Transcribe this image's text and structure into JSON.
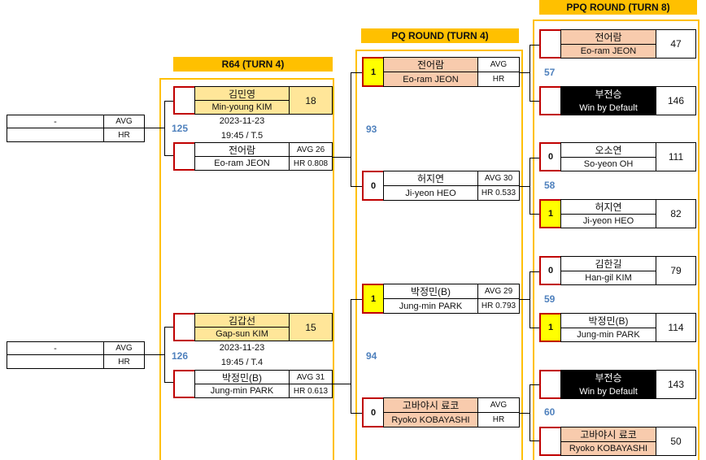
{
  "headers": {
    "r64": "R64 (TURN 4)",
    "pq": "PQ ROUND (TURN 4)",
    "ppq": "PPQ ROUND (TURN 8)"
  },
  "left": [
    {
      "name": "-",
      "avg": "AVG",
      "hr": "HR"
    },
    {
      "name": "-",
      "avg": "AVG",
      "hr": "HR"
    }
  ],
  "r64": [
    {
      "match_no": "125",
      "top": {
        "ko": "김민영",
        "en": "Min-young KIM",
        "score": "18"
      },
      "date": "2023-11-23",
      "time": "19:45 / T.5",
      "bottom": {
        "ko": "전어람",
        "en": "Eo-ram JEON",
        "avg": "AVG 26",
        "hr": "HR 0.808"
      }
    },
    {
      "match_no": "126",
      "top": {
        "ko": "김갑선",
        "en": "Gap-sun KIM",
        "score": "15"
      },
      "date": "2023-11-23",
      "time": "19:45 / T.4",
      "bottom": {
        "ko": "박정민(B)",
        "en": "Jung-min PARK",
        "avg": "AVG 31",
        "hr": "HR 0.613"
      }
    }
  ],
  "pq": [
    {
      "seed": "1",
      "ko": "전어람",
      "en": "Eo-ram JEON",
      "avg": "AVG",
      "hr": "HR"
    },
    {
      "seed": "0",
      "ko": "허지연",
      "en": "Ji-yeon HEO",
      "avg": "AVG 30",
      "hr": "HR 0.533"
    },
    {
      "seed": "1",
      "ko": "박정민(B)",
      "en": "Jung-min PARK",
      "avg": "AVG 29",
      "hr": "HR 0.793"
    },
    {
      "seed": "0",
      "ko": "고바야시 료코",
      "en": "Ryoko KOBAYASHI",
      "avg": "AVG",
      "hr": "HR"
    }
  ],
  "pq_match_no": [
    "93",
    "94"
  ],
  "ppq": [
    {
      "seed": "",
      "ko": "전어람",
      "en": "Eo-ram JEON",
      "score": "47"
    },
    {
      "seed": "",
      "ko": "부전승",
      "en": "Win by Default",
      "score": "146"
    },
    {
      "seed": "0",
      "ko": "오소연",
      "en": "So-yeon OH",
      "score": "111"
    },
    {
      "seed": "1",
      "ko": "허지연",
      "en": "Ji-yeon HEO",
      "score": "82"
    },
    {
      "seed": "0",
      "ko": "김한길",
      "en": "Han-gil KIM",
      "score": "79"
    },
    {
      "seed": "1",
      "ko": "박정민(B)",
      "en": "Jung-min PARK",
      "score": "114"
    },
    {
      "seed": "",
      "ko": "부전승",
      "en": "Win by Default",
      "score": "143"
    },
    {
      "seed": "",
      "ko": "고바야시 료코",
      "en": "Ryoko KOBAYASHI",
      "score": "50"
    }
  ],
  "ppq_match_no": [
    "57",
    "58",
    "59",
    "60"
  ],
  "colors": {
    "header": "#ffc000",
    "seed_border": "#c00000",
    "match_no": "#4f81bd",
    "winner": "#ffff00"
  }
}
